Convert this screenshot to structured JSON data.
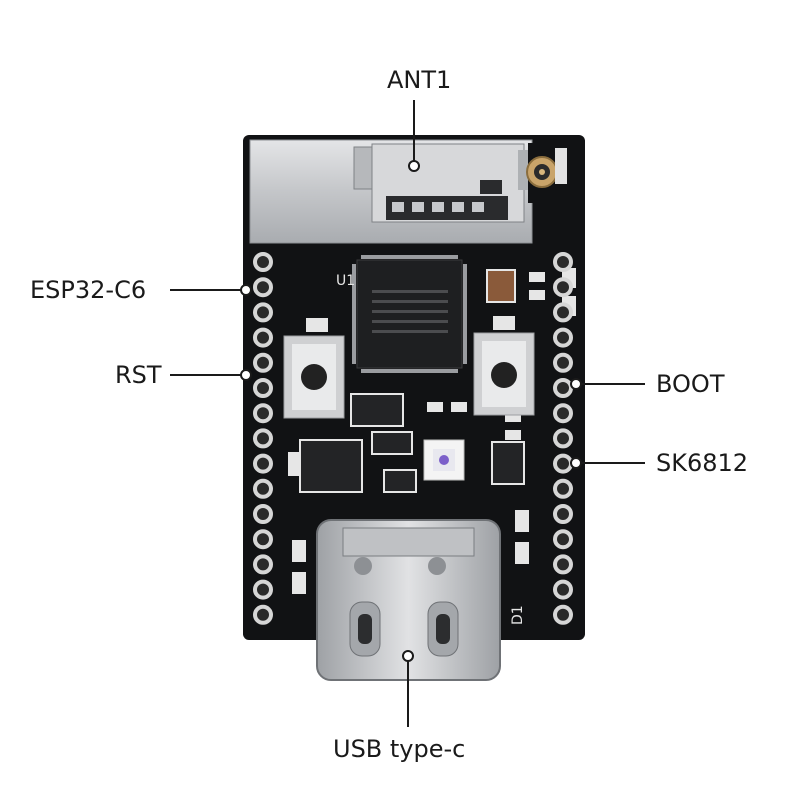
{
  "labels": {
    "ant1": "ANT1",
    "esp32": "ESP32-C6",
    "rst": "RST",
    "boot": "BOOT",
    "sk6812": "SK6812",
    "usb": "USB type-c"
  },
  "silkscreen": {
    "u1": "U1",
    "d1": "D1"
  },
  "colors": {
    "pcb": "#111214",
    "silkscreen": "#e6e6e6",
    "metal": "#c9cbcd",
    "callout_line": "#1a1a1a",
    "background": "#ffffff"
  }
}
